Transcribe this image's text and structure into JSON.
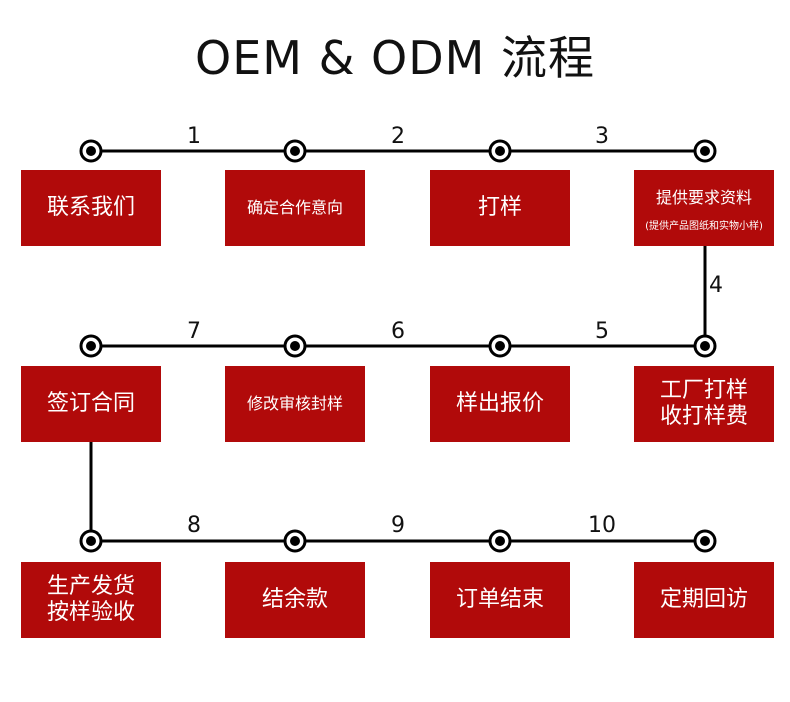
{
  "title": "OEM & ODM 流程",
  "steps": [
    {
      "label": "联系我们"
    },
    {
      "label": "确定合作意向"
    },
    {
      "label": "打样"
    },
    {
      "label": "提供要求资料",
      "sub": "(提供产品图纸和实物小样)"
    },
    {
      "label": "样出报价"
    },
    {
      "label": "修改审核封样"
    },
    {
      "label": "签订合同"
    },
    {
      "label": "工厂打样\n收打样费"
    },
    {
      "label": "生产发货\n按样验收"
    },
    {
      "label": "结余款"
    },
    {
      "label": "订单结束"
    },
    {
      "label": "定期回访"
    }
  ],
  "numbers": [
    "1",
    "2",
    "3",
    "4",
    "5",
    "6",
    "7",
    "8",
    "9",
    "10"
  ],
  "colors": {
    "box": "#b10a0a",
    "line": "#000000"
  }
}
